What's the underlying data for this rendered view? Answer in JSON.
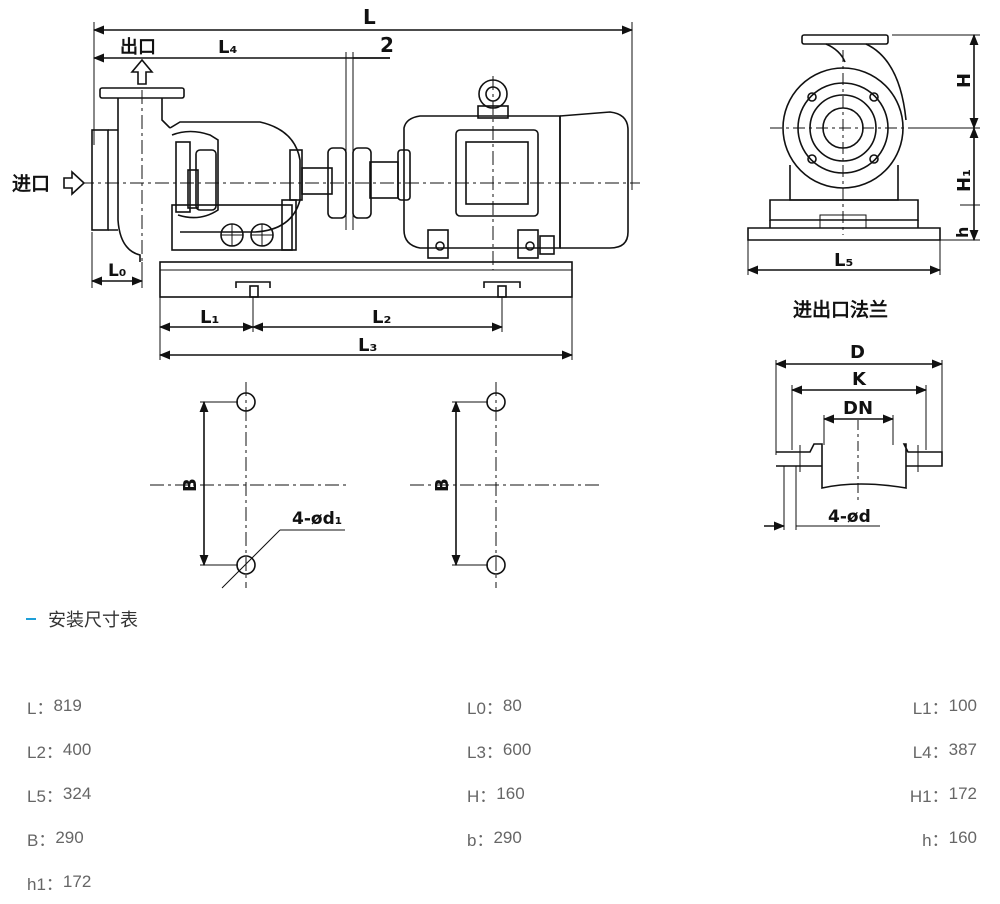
{
  "drawing": {
    "labels": {
      "L": "L",
      "L4": "L₄",
      "outlet": "出口",
      "two": "2",
      "inlet": "进口",
      "L0": "L₀",
      "L1": "L₁",
      "L2": "L₂",
      "L3": "L₃",
      "B_left": "B",
      "B_right": "B",
      "bolt_holes": "4-ød₁",
      "H": "H",
      "H1": "H₁",
      "h": "h",
      "L5": "L₅",
      "flange_title": "进出口法兰",
      "D": "D",
      "K": "K",
      "DN": "DN",
      "flange_bolts": "4-ød"
    }
  },
  "section_title": "安装尺寸表",
  "specs": [
    {
      "label": "L",
      "value": "819"
    },
    {
      "label": "L0",
      "value": "80"
    },
    {
      "label": "L1",
      "value": "100"
    },
    {
      "label": "L2",
      "value": "400"
    },
    {
      "label": "L3",
      "value": "600"
    },
    {
      "label": "L4",
      "value": "387"
    },
    {
      "label": "L5",
      "value": "324"
    },
    {
      "label": "H",
      "value": "160"
    },
    {
      "label": "H1",
      "value": "172"
    },
    {
      "label": "B",
      "value": "290"
    },
    {
      "label": "b",
      "value": "290"
    },
    {
      "label": "h",
      "value": "160"
    },
    {
      "label": "h1",
      "value": "172"
    }
  ],
  "colors": {
    "accent": "#1e9fd8",
    "line": "#111111",
    "text": "#666666"
  }
}
